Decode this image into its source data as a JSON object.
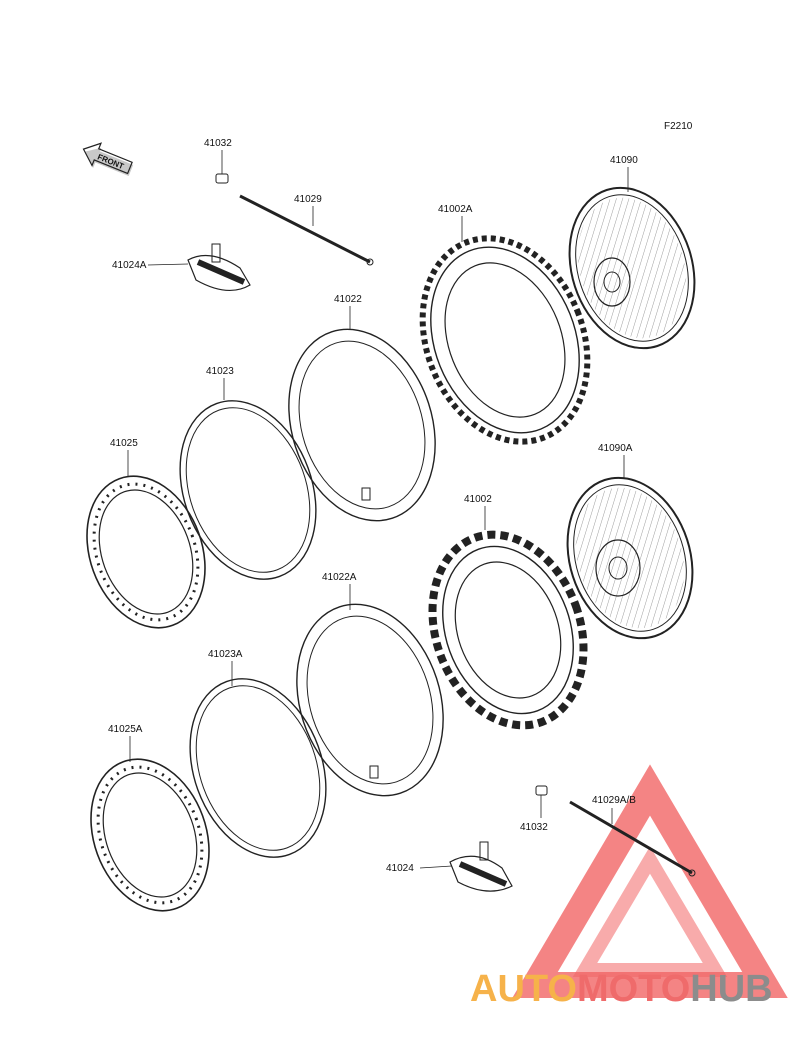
{
  "diagram_id": "F2210",
  "front_label": "FRONT",
  "parts": [
    {
      "key": "p41032_top",
      "label": "41032"
    },
    {
      "key": "p41029",
      "label": "41029"
    },
    {
      "key": "p41024A",
      "label": "41024A"
    },
    {
      "key": "p41022",
      "label": "41022"
    },
    {
      "key": "p41002A",
      "label": "41002A"
    },
    {
      "key": "p41090",
      "label": "41090"
    },
    {
      "key": "p41023",
      "label": "41023"
    },
    {
      "key": "p41025",
      "label": "41025"
    },
    {
      "key": "p41090A",
      "label": "41090A"
    },
    {
      "key": "p41002",
      "label": "41002"
    },
    {
      "key": "p41022A",
      "label": "41022A"
    },
    {
      "key": "p41023A",
      "label": "41023A"
    },
    {
      "key": "p41025A",
      "label": "41025A"
    },
    {
      "key": "p41032_bottom",
      "label": "41032"
    },
    {
      "key": "p41029AB",
      "label": "41029A/B"
    },
    {
      "key": "p41024",
      "label": "41024"
    }
  ],
  "watermark": {
    "part1": "AUTO",
    "part2": "MOTO",
    "part3": "HUB",
    "colors": {
      "auto": "#f6b24a",
      "moto": "#ef6b6b",
      "hub": "#8c8c8c",
      "triangle": "#ef4b4b"
    }
  }
}
